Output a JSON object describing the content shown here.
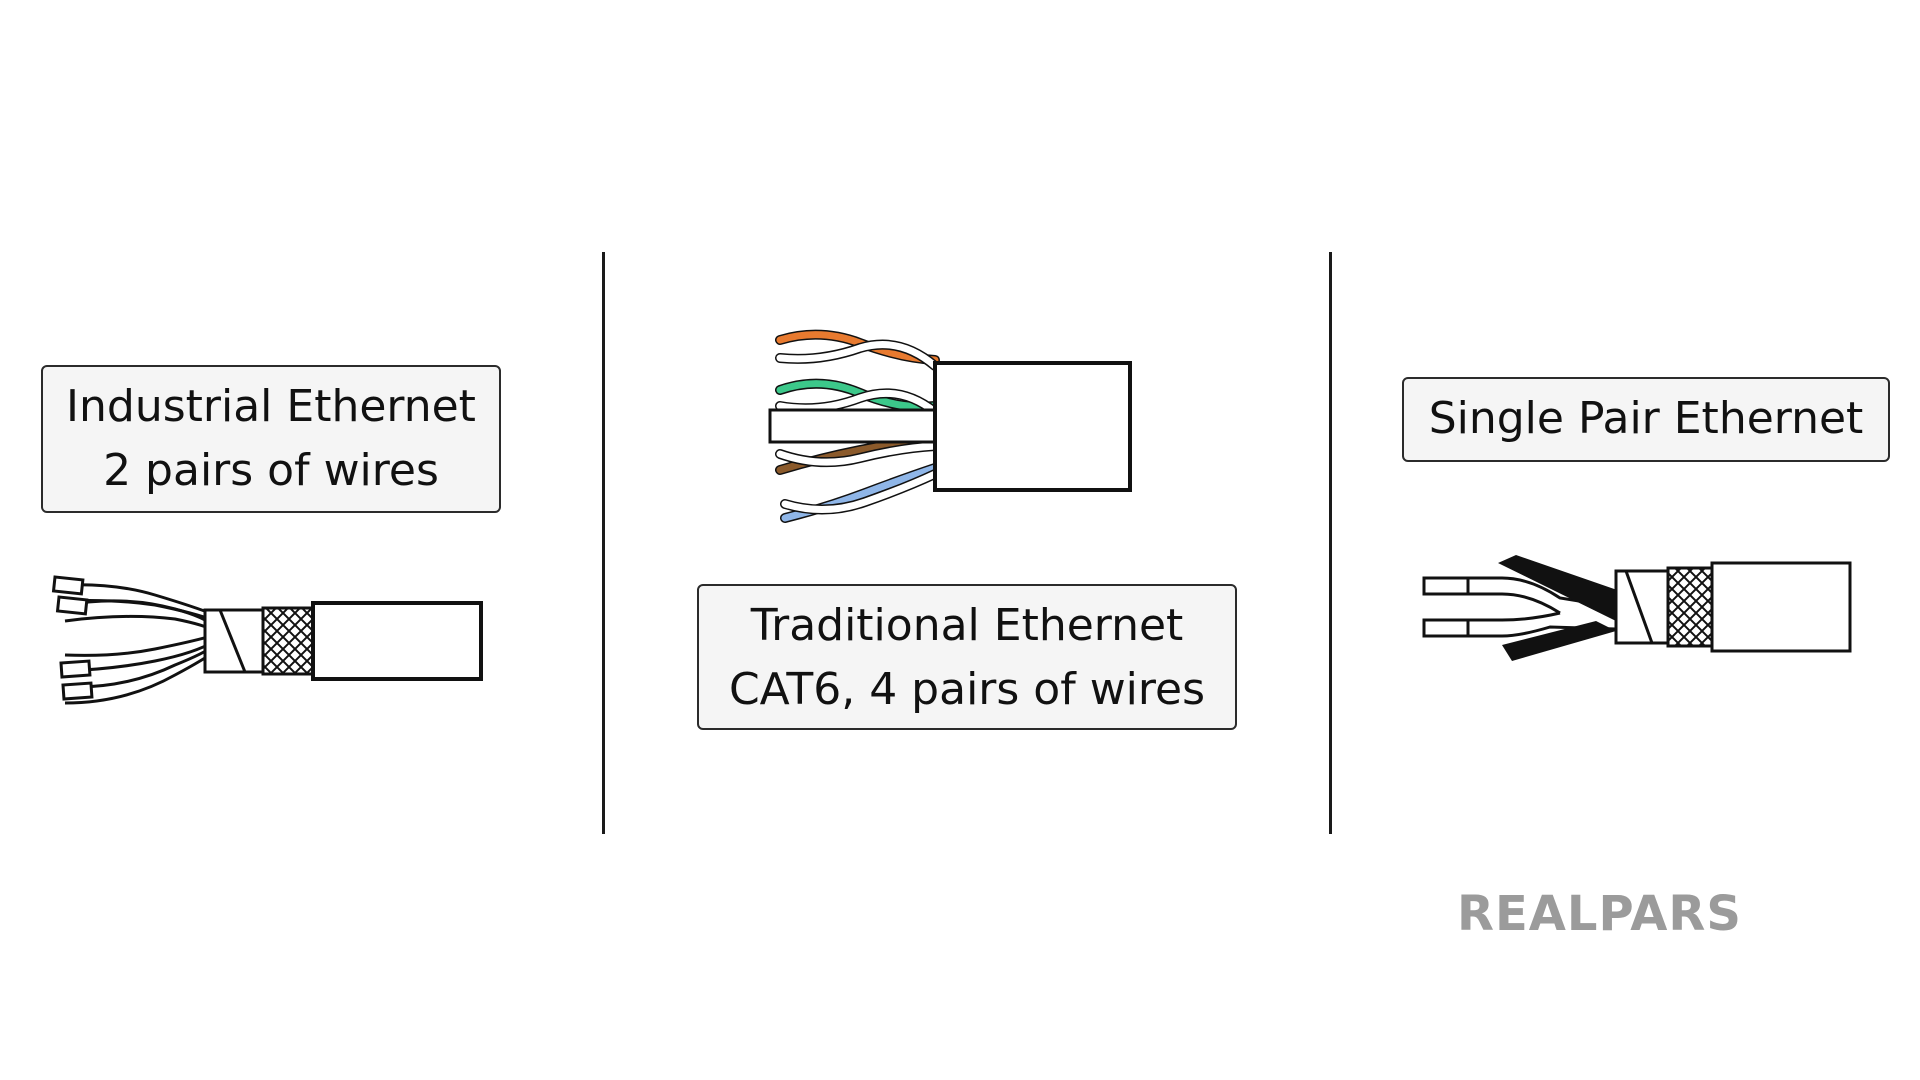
{
  "panels": [
    {
      "id": "industrial",
      "label_lines": [
        "Industrial Ethernet",
        "2 pairs of wires"
      ]
    },
    {
      "id": "traditional",
      "label_lines": [
        "Traditional Ethernet",
        "CAT6, 4 pairs of wires"
      ]
    },
    {
      "id": "single-pair",
      "label_lines": [
        "Single Pair Ethernet"
      ]
    }
  ],
  "logo": {
    "text": "REALPARS"
  },
  "colors": {
    "outline": "#111111",
    "label_bg": "#f5f5f5",
    "logo_gray": "#9b9b9b",
    "wire_orange": "#e87a2f",
    "wire_green": "#3cc88a",
    "wire_brown": "#8b5a2b",
    "wire_blue": "#8fb6e8"
  }
}
